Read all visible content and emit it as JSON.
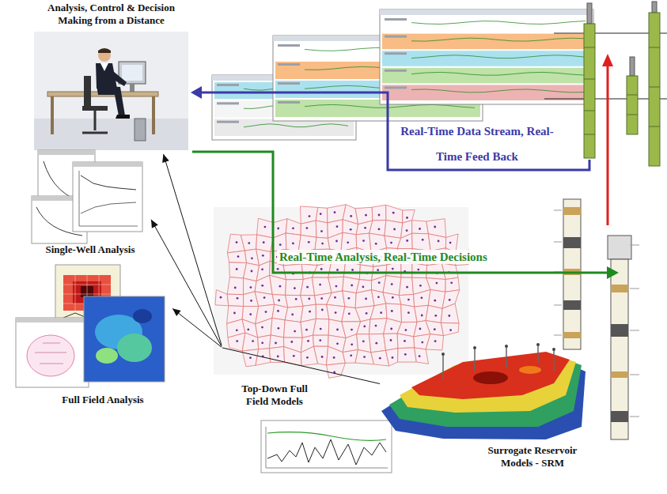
{
  "diagram": {
    "nodes": [
      {
        "text": [
          "Analysis, Control & Decision Making from a Distance"
        ]
      },
      {
        "text": [
          "Single-Well Analysis"
        ]
      },
      {
        "text": [
          "Full Field Analysis"
        ]
      },
      {
        "text": [
          "Top-Down Full Field Models"
        ]
      },
      {
        "text": [
          "Surrogate Reservoir Models - SRM"
        ]
      }
    ],
    "edges": [
      {
        "from": 3,
        "to": 0,
        "arrow": "to"
      },
      {
        "from": 3,
        "to": 1,
        "arrow": "to"
      },
      {
        "from": 3,
        "to": 2,
        "arrow": "to"
      },
      {
        "from": 4,
        "to": 3,
        "arrow": "none"
      }
    ],
    "labels": [
      "Real-Time Data Stream, Real-Time Feed Back",
      "Real-Time Analysis, Real-Time Decisions"
    ]
  }
}
